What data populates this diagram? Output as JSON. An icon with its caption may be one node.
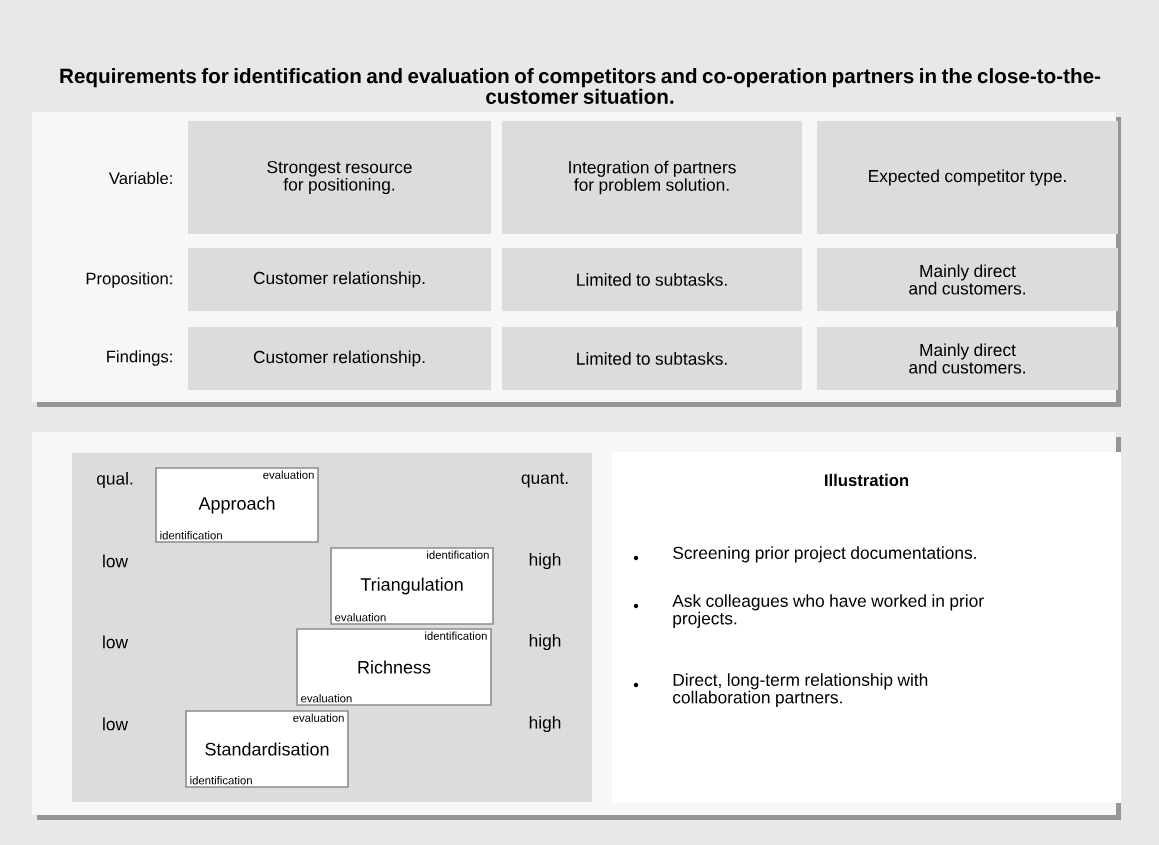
{
  "diagram": {
    "title": "Requirements for identification and evaluation of competitors and co-operation partners in the close-to-the-customer situation.",
    "nodes": [
      {
        "text": [
          "Strongest resource for positioning."
        ]
      },
      {
        "text": [
          "Integration of partners for problem solution."
        ]
      },
      {
        "text": [
          "Expected competitor type."
        ]
      },
      {
        "text": [
          "Customer relationship."
        ]
      },
      {
        "text": [
          "Limited to subtasks."
        ]
      },
      {
        "text": [
          "Mainly direct and customers."
        ]
      },
      {
        "text": [
          "Customer relationship."
        ]
      },
      {
        "text": [
          "Limited to subtasks."
        ]
      },
      {
        "text": [
          "Mainly direct and customers."
        ]
      },
      {
        "text": [],
        "shape": "box"
      },
      {
        "text": [
          "evaluation",
          "Approach",
          "identification"
        ],
        "in": 9
      },
      {
        "text": [
          "identification",
          "Triangulation",
          "evaluation"
        ],
        "in": 9
      },
      {
        "text": [
          "identification",
          "Richness",
          "evaluation"
        ],
        "in": 9
      },
      {
        "text": [
          "evaluation",
          "Standardisation",
          "identification"
        ],
        "in": 9
      },
      {
        "text": [
          "Illustration",
          "Screening prior project documentations.",
          "Ask colleagues who have worked in prior projects.",
          "Direct, long-term relationship with collaboration partners."
        ]
      }
    ],
    "labels": [
      "Variable:",
      "Proposition:",
      "Findings:",
      "qual.",
      "quant.",
      "low",
      "high",
      "low",
      "high",
      "low",
      "high"
    ]
  }
}
